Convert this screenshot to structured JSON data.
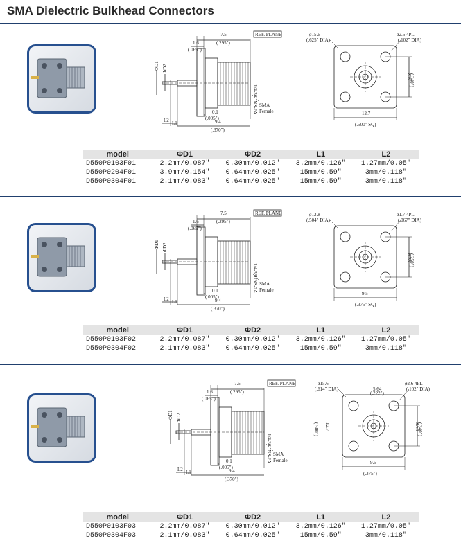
{
  "page": {
    "title": "SMA Dielectric Bulkhead Connectors"
  },
  "table_headers": [
    "model",
    "ΦD1",
    "ΦD2",
    "L1",
    "L2"
  ],
  "sections": [
    {
      "side": {
        "d1": "ΦD1",
        "d2": "ΦD2",
        "dim_16": "1.6",
        "dim_16_in": "(.065\")",
        "dim_75": "7.5",
        "dim_75_in": "(.295\")",
        "ref_plane": "REF. PLANE",
        "thread": "1/4-36UNS-2A",
        "dim_01": "0.1",
        "dim_01_in": "(.005\")",
        "dim_94": "9.4",
        "dim_94_in": "(.370\")",
        "l1": "L1",
        "l2": "L2",
        "sma": "SMA",
        "female": "Female"
      },
      "front": {
        "hole_dia": "ø15.6",
        "hole_dia_in": "(.625\" DIA)",
        "pin_dia": "ø2.6 4PL",
        "pin_dia_in": "(.102\" DIA)",
        "top_dim": "",
        "top_dim_in": "",
        "right_dim": "8.6",
        "right_dim_in": "(.340\")",
        "left_dim": "",
        "left_dim_in": "",
        "bottom_dim": "12.7",
        "bottom_dim_in": "(.500\" SQ)"
      },
      "rows": [
        {
          "model": "D550P0103F01",
          "d1": "2.2mm/0.087\"",
          "d2": "0.30mm/0.012\"",
          "l1": "3.2mm/0.126\"",
          "l2": "1.27mm/0.05\""
        },
        {
          "model": "D550P0204F01",
          "d1": "3.9mm/0.154\"",
          "d2": "0.64mm/0.025\"",
          "l1": "15mm/0.59\"",
          "l2": "3mm/0.118\""
        },
        {
          "model": "D550P0304F01",
          "d1": "2.1mm/0.083\"",
          "d2": "0.64mm/0.025\"",
          "l1": "15mm/0.59\"",
          "l2": "3mm/0.118\""
        }
      ]
    },
    {
      "side": {
        "d1": "ΦD1",
        "d2": "ΦD2",
        "dim_16": "1.6",
        "dim_16_in": "(.065\")",
        "dim_75": "7.5",
        "dim_75_in": "(.295\")",
        "ref_plane": "REF. PLANE",
        "thread": "1/4-36UNS-2A",
        "dim_01": "0.1",
        "dim_01_in": "(.005\")",
        "dim_94": "9.4",
        "dim_94_in": "(.370\")",
        "l1": "L1",
        "l2": "L2",
        "sma": "SMA",
        "female": "Female"
      },
      "front": {
        "hole_dia": "ø12.8",
        "hole_dia_in": "(.504\" DIA)",
        "pin_dia": "ø1.7 4PL",
        "pin_dia_in": "(.067\" DIA)",
        "top_dim": "",
        "top_dim_in": "",
        "right_dim": "6.35",
        "right_dim_in": "(.250\")",
        "left_dim": "",
        "left_dim_in": "",
        "bottom_dim": "9.5",
        "bottom_dim_in": "(.375\" SQ)"
      },
      "rows": [
        {
          "model": "D550P0103F02",
          "d1": "2.2mm/0.087\"",
          "d2": "0.30mm/0.012\"",
          "l1": "3.2mm/0.126\"",
          "l2": "1.27mm/0.05\""
        },
        {
          "model": "D550P0304F02",
          "d1": "2.1mm/0.083\"",
          "d2": "0.64mm/0.025\"",
          "l1": "15mm/0.59\"",
          "l2": "3mm/0.118\""
        }
      ]
    },
    {
      "side": {
        "d1": "ΦD1",
        "d2": "ΦD2",
        "dim_16": "1.6",
        "dim_16_in": "(.065\")",
        "dim_75": "7.5",
        "dim_75_in": "(.295\")",
        "ref_plane": "REF. PLANE",
        "thread": "1/4-36UNS-2A",
        "dim_01": "0.1",
        "dim_01_in": "(.005\")",
        "dim_94": "9.4",
        "dim_94_in": "(.370\")",
        "l1": "L1",
        "l2": "L2",
        "sma": "SMA",
        "female": "Female"
      },
      "front": {
        "hole_dia": "ø15.6",
        "hole_dia_in": "(.614\" DIA)",
        "pin_dia": "ø2.6 4PL",
        "pin_dia_in": "(.102\" DIA)",
        "top_dim": "5.64",
        "top_dim_in": "(.222\")",
        "right_dim": "8.64",
        "right_dim_in": "(.340\")",
        "left_dim": "12.7",
        "left_dim_in": "(.500\")",
        "bottom_dim": "9.5",
        "bottom_dim_in": "(.375\")"
      },
      "rows": [
        {
          "model": "D550P0103F03",
          "d1": "2.2mm/0.087\"",
          "d2": "0.30mm/0.012\"",
          "l1": "3.2mm/0.126\"",
          "l2": "1.27mm/0.05\""
        },
        {
          "model": "D550P0304F03",
          "d1": "2.1mm/0.083\"",
          "d2": "0.64mm/0.025\"",
          "l1": "15mm/0.59\"",
          "l2": "3mm/0.118\""
        }
      ]
    }
  ]
}
